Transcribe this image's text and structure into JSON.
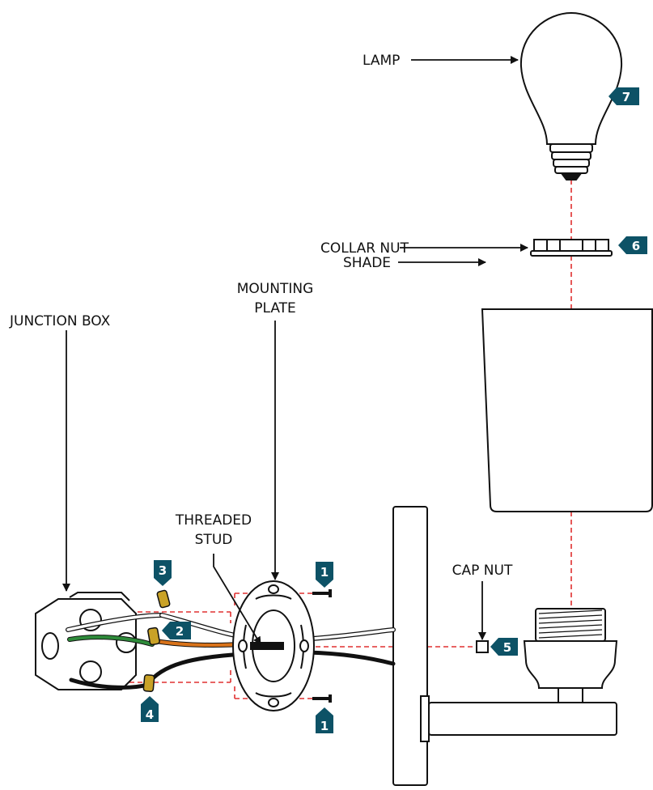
{
  "labels": {
    "lamp": "LAMP",
    "collar_nut": "COLLAR NUT",
    "shade": "SHADE",
    "junction_box": "JUNCTION BOX",
    "mounting_plate_line1": "MOUNTING",
    "mounting_plate_line2": "PLATE",
    "threaded_stud_line1": "THREADED",
    "threaded_stud_line2": "STUD",
    "cap_nut": "CAP NUT"
  },
  "steps": {
    "s1_top": "1",
    "s1_bottom": "1",
    "s2": "2",
    "s3": "3",
    "s4": "4",
    "s5": "5",
    "s6": "6",
    "s7": "7"
  },
  "colors": {
    "badge": "#0d5266",
    "guide_line": "#e03030",
    "ground_wire": "#2e8b3a",
    "hot_wire": "#d9731a",
    "neutral_wire": "#ffffff",
    "black_wire": "#1a1a1a",
    "wire_nut": "#c9a227"
  }
}
